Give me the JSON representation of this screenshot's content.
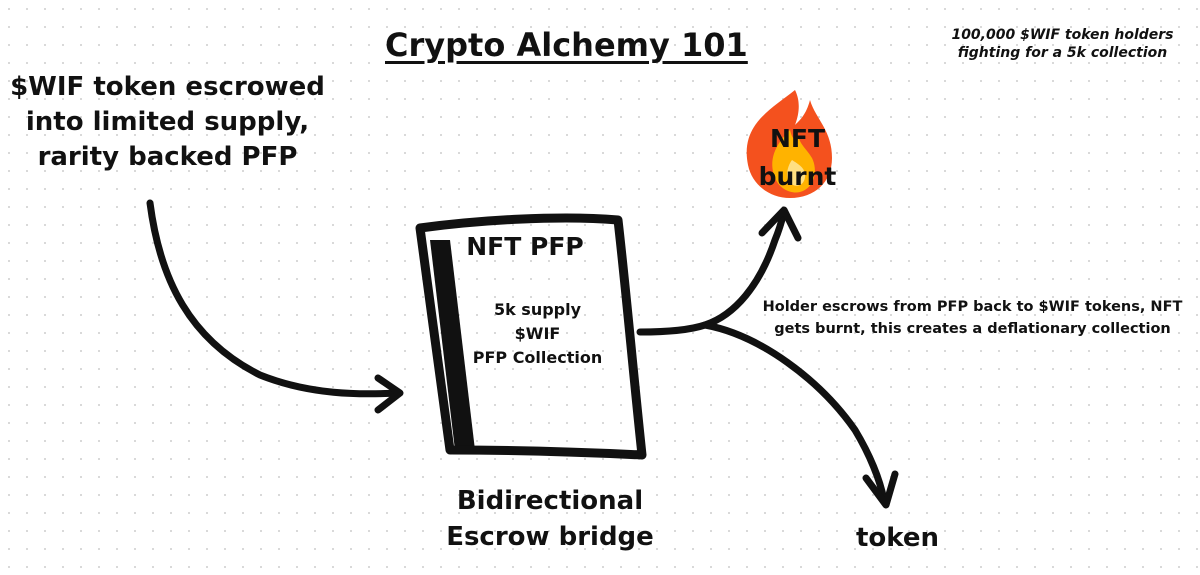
{
  "title": "Crypto Alchemy 101",
  "top_note": "100,000 $WIF token holders fighting for a 5k collection",
  "left_note": "$WIF token escrowed into limited supply, rarity backed PFP",
  "burn": {
    "icon": "fire-icon",
    "label": "NFT burnt"
  },
  "card": {
    "title": "NFT PFP",
    "body_line1": "5k supply",
    "body_line2": "$WIF",
    "body_line3": "PFP Collection"
  },
  "right_note": "Holder escrows from PFP back to $WIF tokens, NFT gets burnt, this creates a deflationary collection",
  "bridge_label": "Bidirectional Escrow bridge",
  "token_label": "token",
  "colors": {
    "ink": "#111111",
    "flame_outer": "#f4511e",
    "flame_inner": "#ffb300",
    "flame_core": "#ffe082"
  }
}
